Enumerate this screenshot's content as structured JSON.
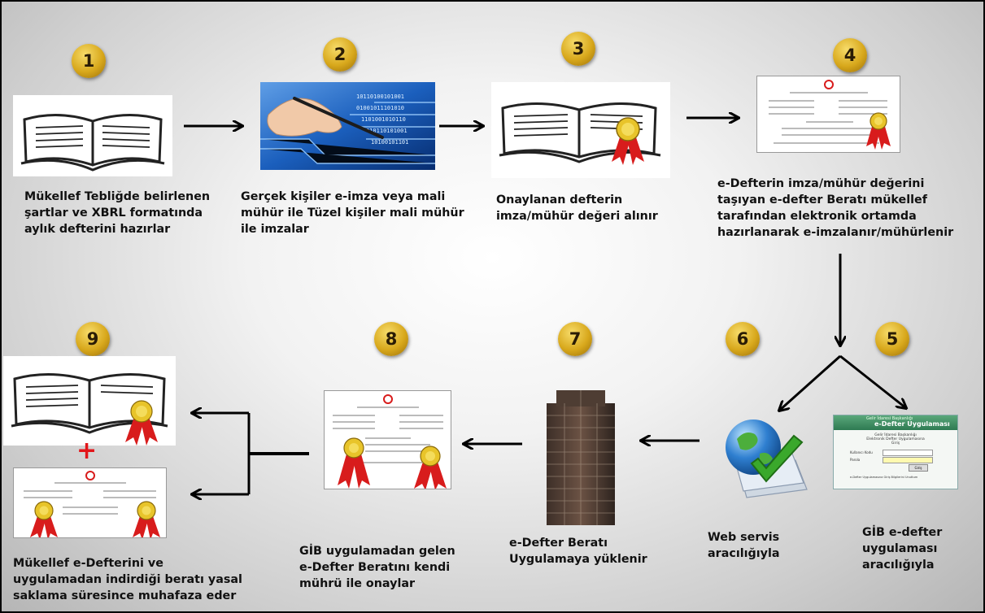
{
  "steps": [
    {
      "number": "1",
      "caption": "Mükellef Tebliğde belirlenen\nşartlar ve XBRL formatında\naylık defterini hazırlar"
    },
    {
      "number": "2",
      "caption": "Gerçek kişiler e-imza veya mali\nmühür ile Tüzel  kişiler mali mühür\nile imzalar"
    },
    {
      "number": "3",
      "caption": "Onaylanan defterin\nimza/mühür değeri alınır"
    },
    {
      "number": "4",
      "caption": "e-Defterin imza/mühür değerini\ntaşıyan e-defter Beratı mükellef\ntarafından elektronik ortamda\nhazırlanarak e-imzalanır/mühürlenir"
    },
    {
      "number": "5",
      "caption": "GİB e-defter\nuygulaması\naracılığıyla"
    },
    {
      "number": "6",
      "caption": "Web servis\naracılığıyla"
    },
    {
      "number": "7",
      "caption": "e-Defter Beratı\nUygulamaya yüklenir"
    },
    {
      "number": "8",
      "caption": "GİB uygulamadan gelen\ne-Defter Beratını kendi\nmührü ile onaylar"
    },
    {
      "number": "9",
      "caption": "Mükellef e-Defterini ve\nuygulamadan indirdiği beratı  yasal\nsaklama süresince muhafaza eder"
    }
  ],
  "plus_sign": "+",
  "app_window": {
    "header": "e-Defter Uygulaması",
    "brand": "Gelir İdaresi Başkanlığı",
    "title": "Gelir İdaresi Başkanlığı\nElektronik Defter Uygulamasına\nGiriş",
    "user_label": "Kullanıcı Kodu",
    "pass_label": "Parola",
    "login_button": "Giriş",
    "footer": "e-Defter Uygulamasına Giriş Bilgilerini Unuttum"
  },
  "colors": {
    "badge": "#d8a81c",
    "accent_red": "#e2161a",
    "arrow": "#000000"
  }
}
